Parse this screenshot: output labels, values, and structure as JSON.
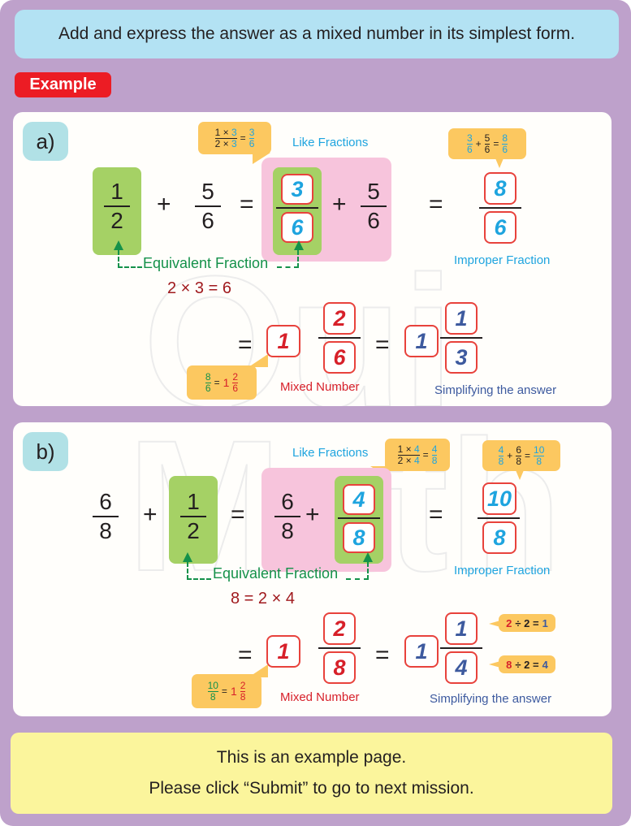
{
  "instruction": "Add and express the answer as a mixed number in its simplest form.",
  "example_label": "Example",
  "watermark": "QuizMath",
  "parts": [
    {
      "label": "a)",
      "step1": {
        "left": {
          "num": "1",
          "den": "2"
        },
        "op": "+",
        "right": {
          "num": "5",
          "den": "6"
        },
        "eq": "="
      },
      "like_fractions_label": "Like Fractions",
      "converted": {
        "num": "3",
        "den": "6"
      },
      "converted_other": {
        "num": "5",
        "den": "6"
      },
      "conversion_bubble": {
        "top_left": "1 × ",
        "top_right": "3",
        "bot_left": "2 × ",
        "bot_right": "3",
        "eq": "=",
        "res_num": "3",
        "res_den": "6"
      },
      "equivalent_label": "Equivalent Fraction",
      "multiplication": "2 × 3 = 6",
      "sum_bubble": {
        "a_num": "3",
        "a_den": "6",
        "plus": "+",
        "b_num": "5",
        "b_den": "6",
        "eq": "=",
        "r_num": "8",
        "r_den": "6"
      },
      "improper": {
        "num": "8",
        "den": "6"
      },
      "improper_label": "Improper Fraction",
      "mixed": {
        "whole": "1",
        "num": "2",
        "den": "6"
      },
      "mixed_label": "Mixed Number",
      "mixed_bubble": {
        "a_num": "8",
        "a_den": "6",
        "eq": "=",
        "whole": "1",
        "num": "2",
        "den": "6"
      },
      "simplified": {
        "whole": "1",
        "num": "1",
        "den": "3"
      },
      "simplified_label": "Simplifying the answer"
    },
    {
      "label": "b)",
      "step1": {
        "left": {
          "num": "6",
          "den": "8"
        },
        "op": "+",
        "right": {
          "num": "1",
          "den": "2"
        },
        "eq": "="
      },
      "like_fractions_label": "Like Fractions",
      "converted_other": {
        "num": "6",
        "den": "8"
      },
      "converted": {
        "num": "4",
        "den": "8"
      },
      "conversion_bubble": {
        "top_left": "1 × ",
        "top_right": "4",
        "bot_left": "2 × ",
        "bot_right": "4",
        "eq": "=",
        "res_num": "4",
        "res_den": "8"
      },
      "equivalent_label": "Equivalent Fraction",
      "multiplication": "8 = 2 × 4",
      "sum_bubble": {
        "a_num": "4",
        "a_den": "8",
        "plus": "+",
        "b_num": "6",
        "b_den": "8",
        "eq": "=",
        "r_num": "10",
        "r_den": "8"
      },
      "improper": {
        "num": "10",
        "den": "8"
      },
      "improper_label": "Improper Fraction",
      "mixed": {
        "whole": "1",
        "num": "2",
        "den": "8"
      },
      "mixed_label": "Mixed Number",
      "mixed_bubble": {
        "a_num": "10",
        "a_den": "8",
        "eq": "=",
        "whole": "1",
        "num": "2",
        "den": "8"
      },
      "simplified": {
        "whole": "1",
        "num": "1",
        "den": "4"
      },
      "simplified_label": "Simplifying the answer",
      "div_bubbles": [
        {
          "a": "2",
          "op": "÷ 2 =",
          "r": "1"
        },
        {
          "a": "8",
          "op": "÷ 2 =",
          "r": "4"
        }
      ]
    }
  ],
  "footer": {
    "line1": "This is an example page.",
    "line2": "Please click “Submit” to go to next mission."
  }
}
